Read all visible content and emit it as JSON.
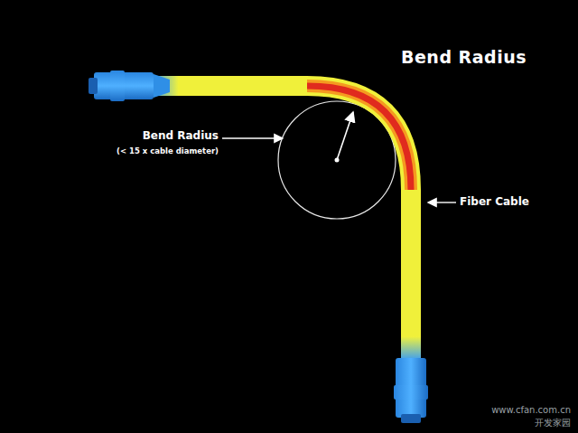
{
  "diagram": {
    "title": "Bend Radius",
    "labels": [
      "Bend Radius",
      "(< 15 x cable diameter)",
      "Fiber Cable",
      "www.cfan.com.cn",
      "开发家园"
    ]
  }
}
